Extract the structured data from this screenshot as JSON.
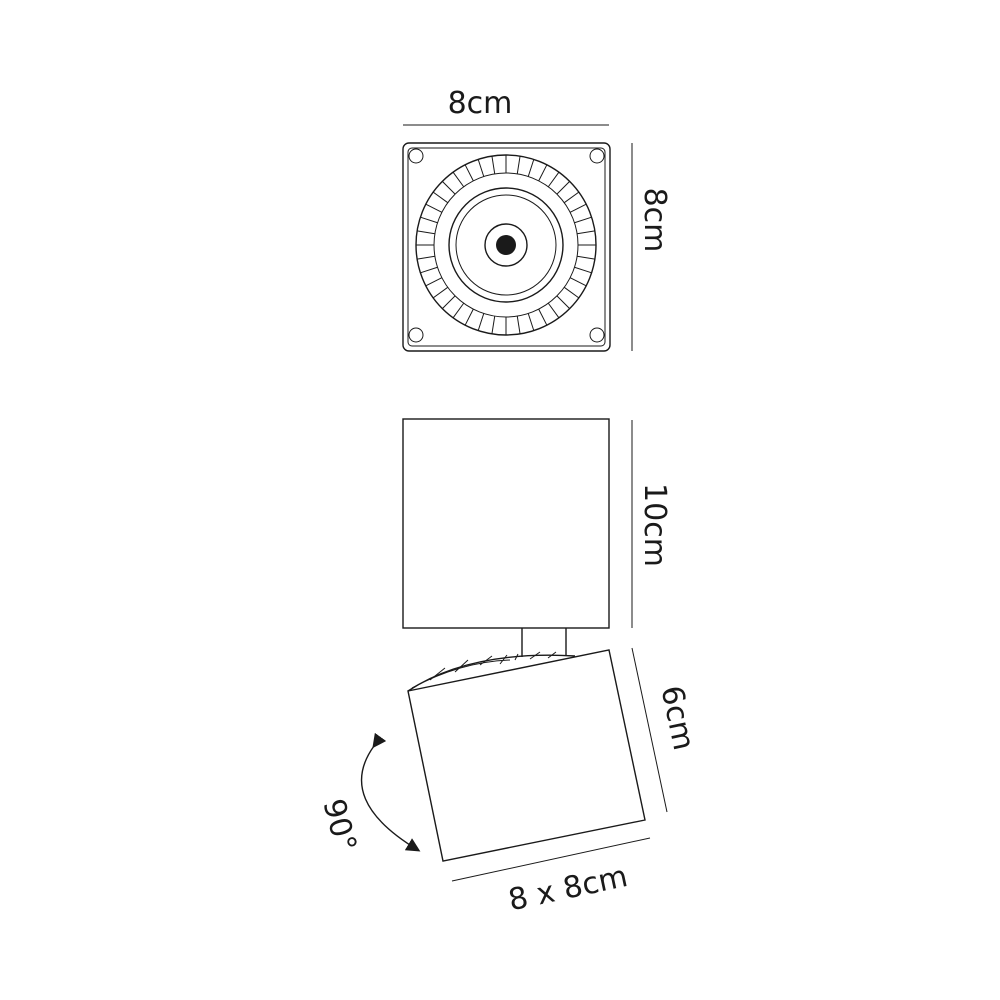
{
  "dimensions": {
    "top_width": "8cm",
    "top_depth": "8cm",
    "body_height": "10cm",
    "head_height": "6cm",
    "head_size": "8 x 8cm",
    "tilt_angle": "90°"
  },
  "colors": {
    "line": "#1a1a1a",
    "background": "#ffffff"
  }
}
